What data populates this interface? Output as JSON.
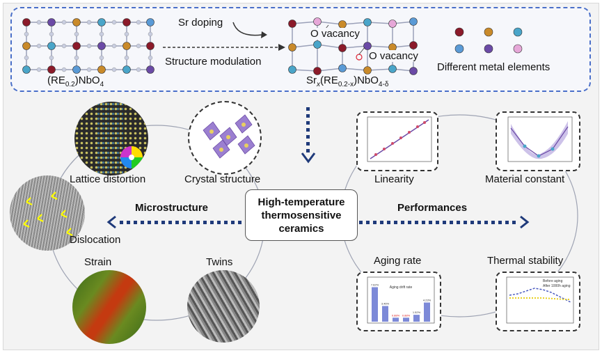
{
  "top": {
    "left_formula": "(RE",
    "left_sub1": "0.2",
    "left_formula2": ")NbO",
    "left_sub2": "4",
    "sr_doping": "Sr doping",
    "structure_modulation": "Structure modulation",
    "o_vacancy_1": "O vacancy",
    "o_vacancy_2": "O vacancy",
    "right_formula_sr": "Sr",
    "right_sub_x": "x",
    "right_formula_re": "(RE",
    "right_sub_mid": "0.2-x",
    "right_formula_nb": ")NbO",
    "right_sub_end": "4-δ",
    "legend_label": "Different metal elements",
    "legend_colors": [
      "#8b1a2a",
      "#c98a2a",
      "#4aa5c9",
      "#5a9ad6",
      "#6b4aa6",
      "#e6a7d8"
    ]
  },
  "center": {
    "line1": "High-temperature",
    "line2": "thermosensitive",
    "line3": "ceramics"
  },
  "left_section": {
    "title": "Microstructure",
    "lattice_distortion": "Lattice distortion",
    "crystal_structure": "Crystal structure",
    "dislocation": "Dislocation",
    "strain": "Strain",
    "twins": "Twins"
  },
  "right_section": {
    "title": "Performances",
    "linearity": "Linearity",
    "material_constant": "Material constant",
    "aging_rate": "Aging rate",
    "thermal_stability": "Thermal stability",
    "aging_bar_labels": [
      "7.62%",
      "3.46%",
      "0.88%",
      "0.88%",
      "1.52%",
      "4.23%"
    ],
    "aging_bar_values": [
      7.62,
      3.46,
      0.88,
      0.88,
      1.52,
      4.23
    ],
    "aging_chart_title": "Aging drift rate",
    "thermal_legend_before": "Before aging",
    "thermal_legend_after": "After 1000h aging"
  }
}
